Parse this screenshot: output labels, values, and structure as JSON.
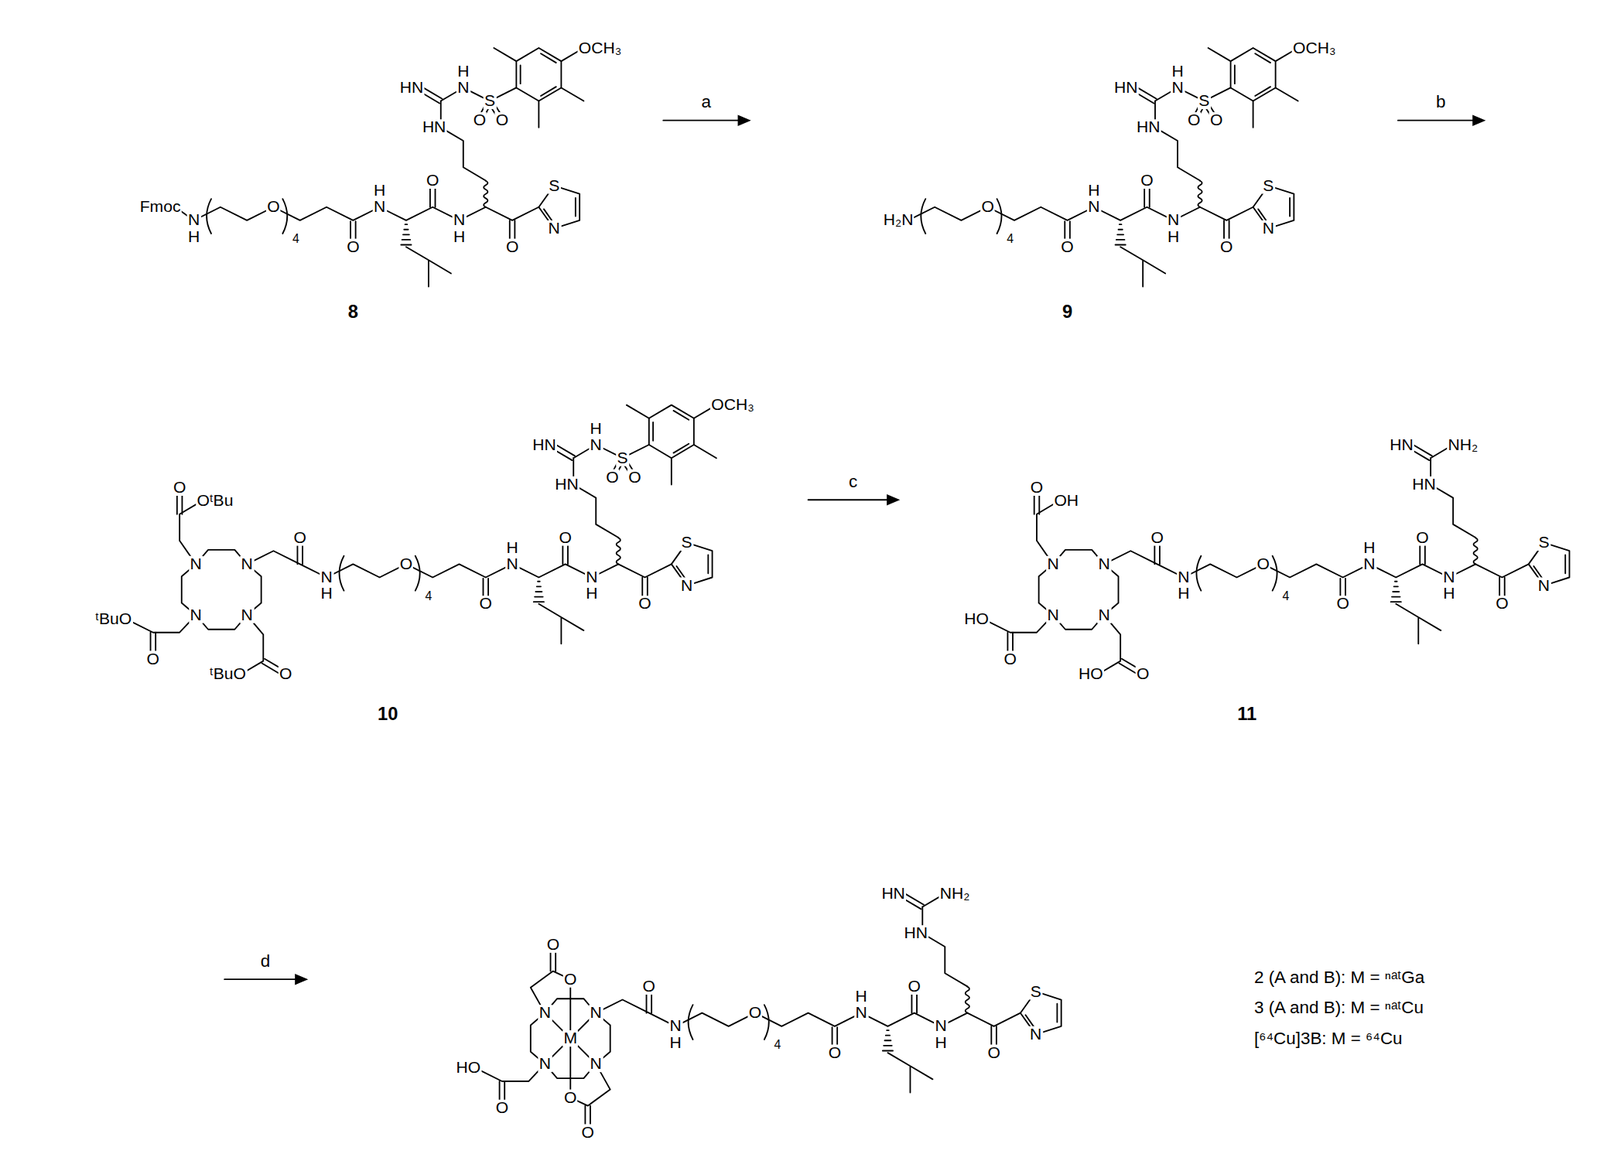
{
  "diagram": {
    "labels": [
      "Fmoc",
      "N",
      "H",
      "O",
      "4",
      "O",
      "H",
      "N",
      "O",
      "N",
      "H",
      "O",
      "S",
      "N",
      "HN",
      "H",
      "N",
      "S",
      "O",
      "O",
      "OCH₃",
      "HN",
      "8",
      "a",
      "H₂N",
      "O",
      "4",
      "O",
      "H",
      "N",
      "O",
      "N",
      "H",
      "O",
      "S",
      "N",
      "HN",
      "H",
      "N",
      "S",
      "O",
      "O",
      "OCH₃",
      "HN",
      "9",
      "b",
      "N",
      "N",
      "N",
      "N",
      "O",
      "O",
      "OᵗBu",
      "ᵗBuO",
      "O",
      "ᵗBuO",
      "O",
      "N",
      "H",
      "O",
      "4",
      "O",
      "H",
      "N",
      "O",
      "N",
      "H",
      "O",
      "S",
      "N",
      "HN",
      "H",
      "N",
      "S",
      "O",
      "O",
      "OCH₃",
      "HN",
      "10",
      "c",
      "N",
      "N",
      "N",
      "N",
      "O",
      "O",
      "OH",
      "HO",
      "O",
      "HO",
      "O",
      "N",
      "H",
      "O",
      "4",
      "O",
      "H",
      "N",
      "O",
      "N",
      "H",
      "O",
      "S",
      "N",
      "HN",
      "NH₂",
      "HN",
      "11",
      "d",
      "N",
      "N",
      "N",
      "N",
      "M",
      "O",
      "O",
      "O",
      "HO",
      "O",
      "O",
      "O",
      "N",
      "H",
      "O",
      "4",
      "O",
      "H",
      "N",
      "O",
      "N",
      "H",
      "O",
      "S",
      "N",
      "HN",
      "NH₂",
      "HN",
      "2 (A and B): M = ⁿᵃᵗGa",
      "3 (A and B): M = ⁿᵃᵗCu",
      "[⁶⁴Cu]3B: M = ⁶⁴Cu"
    ]
  }
}
